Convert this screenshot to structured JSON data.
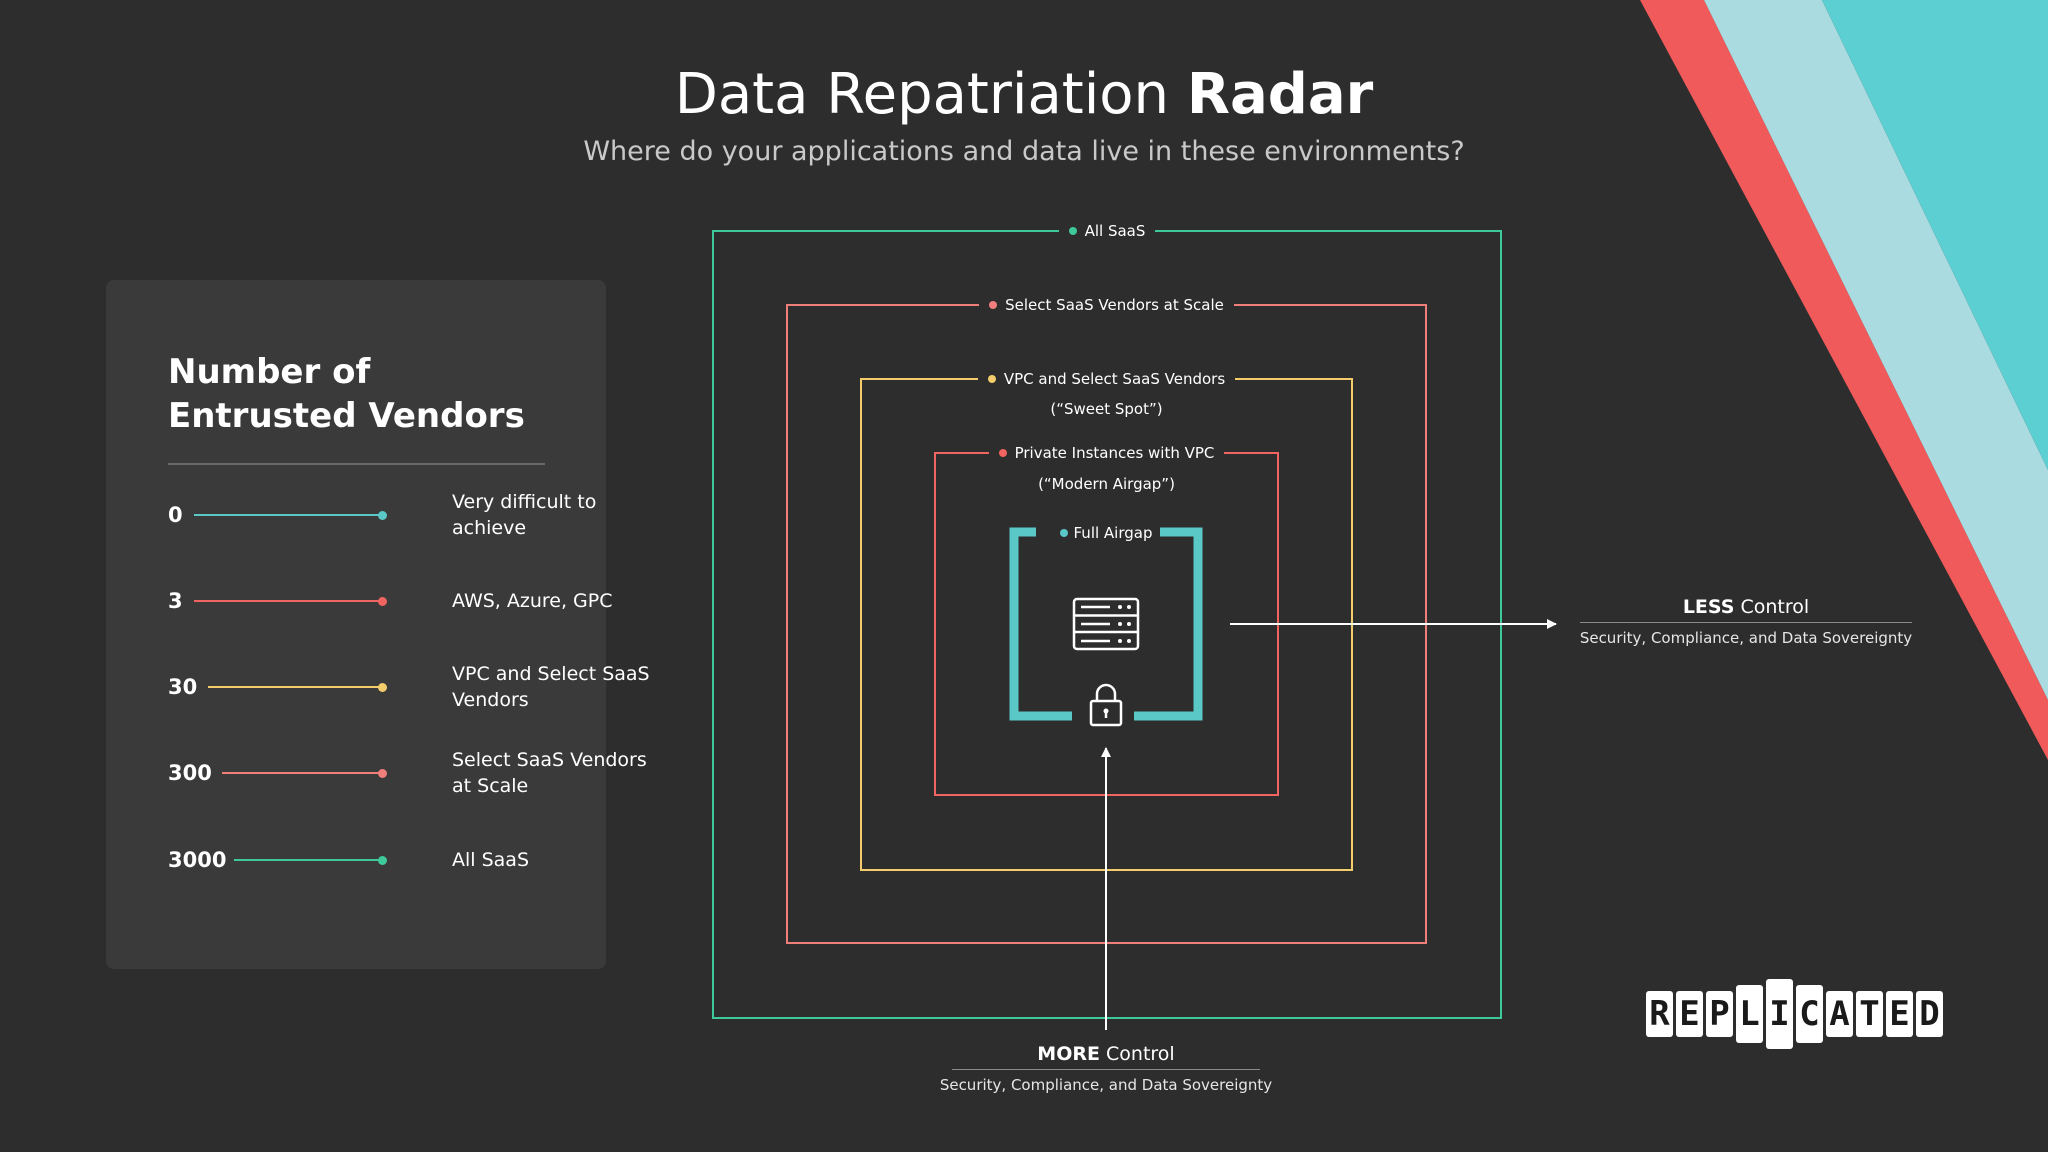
{
  "header": {
    "title_regular": "Data Repatriation",
    "title_bold": "Radar",
    "subtitle": "Where do your applications and data live in these environments?"
  },
  "legend": {
    "title": "Number of Entrusted Vendors",
    "rows": [
      {
        "number": "0",
        "label": "Very difficult to achieve",
        "color": "#5bc8c8"
      },
      {
        "number": "3",
        "label": "AWS, Azure, GPC",
        "color": "#f06560"
      },
      {
        "number": "30",
        "label": "VPC and Select SaaS Vendors",
        "color": "#f3cd6b"
      },
      {
        "number": "300",
        "label": "Select SaaS Vendors at Scale",
        "color": "#f07f7c"
      },
      {
        "number": "3000",
        "label": "All SaaS",
        "color": "#3fc89a"
      }
    ]
  },
  "rings": [
    {
      "label": "All  SaaS",
      "sub": "",
      "color": "#3fc89a"
    },
    {
      "label": "Select SaaS Vendors at Scale",
      "sub": "",
      "color": "#f07f7c"
    },
    {
      "label": "VPC and Select SaaS Vendors",
      "sub": "(“Sweet Spot”)",
      "color": "#f3cd6b"
    },
    {
      "label": "Private Instances with VPC",
      "sub": "(“Modern Airgap”)",
      "color": "#f06560"
    }
  ],
  "airgap": {
    "label": "Full Airgap",
    "color": "#5bc8c8",
    "server_icon": "server-icon",
    "lock_icon": "lock-icon"
  },
  "less_control": {
    "bold": "LESS",
    "rest": " Control",
    "sub": "Security, Compliance, and Data Sovereignty"
  },
  "more_control": {
    "bold": "MORE",
    "rest": " Control",
    "sub": "Security, Compliance, and Data Sovereignty"
  },
  "logo": {
    "letters": [
      "R",
      "E",
      "P",
      "L",
      "I",
      "C",
      "A",
      "T",
      "E",
      "D"
    ]
  },
  "colors": {
    "background": "#2d2d2d",
    "panel": "#3a3a3a",
    "stripe_red": "#f05a5a",
    "stripe_light": "#a9dbe0",
    "stripe_teal": "#5ccfd2"
  }
}
